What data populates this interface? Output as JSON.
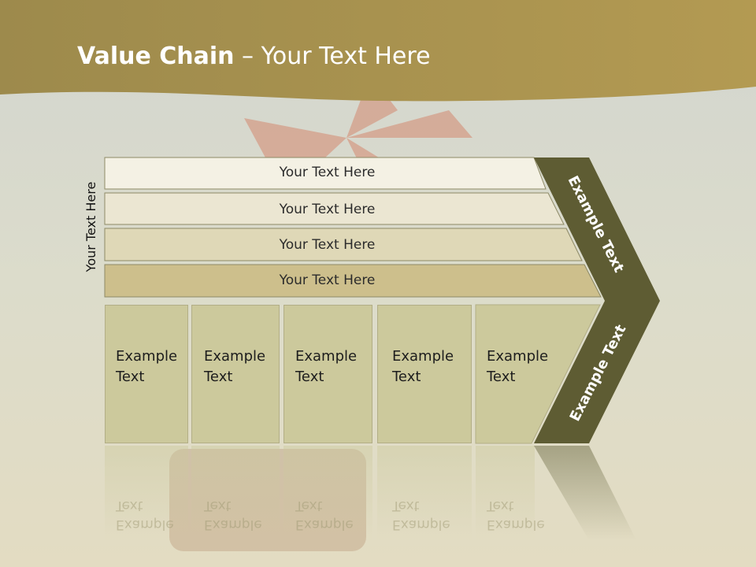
{
  "slide": {
    "title_bold": "Value Chain",
    "title_rest": " – Your Text Here",
    "side_label": "Your Text Here"
  },
  "bars": [
    {
      "label": "Your Text Here"
    },
    {
      "label": "Your Text Here"
    },
    {
      "label": "Your Text Here"
    },
    {
      "label": "Your Text Here"
    }
  ],
  "columns": [
    {
      "text": "Example\nText"
    },
    {
      "text": "Example\nText"
    },
    {
      "text": "Example\nText"
    },
    {
      "text": "Example\nText"
    },
    {
      "text": "Example\nText"
    }
  ],
  "chevron": {
    "upper_text": "Example Text",
    "lower_text": "Example Text"
  },
  "colors": {
    "header_band": "#a8944f",
    "chevron": "#5e5c33",
    "bar_1": "#f4f1e4",
    "bar_2": "#ebe6d2",
    "bar_3": "#dfd8b7",
    "bar_4": "#cdbf8c",
    "column_fill": "#ccc99c"
  }
}
